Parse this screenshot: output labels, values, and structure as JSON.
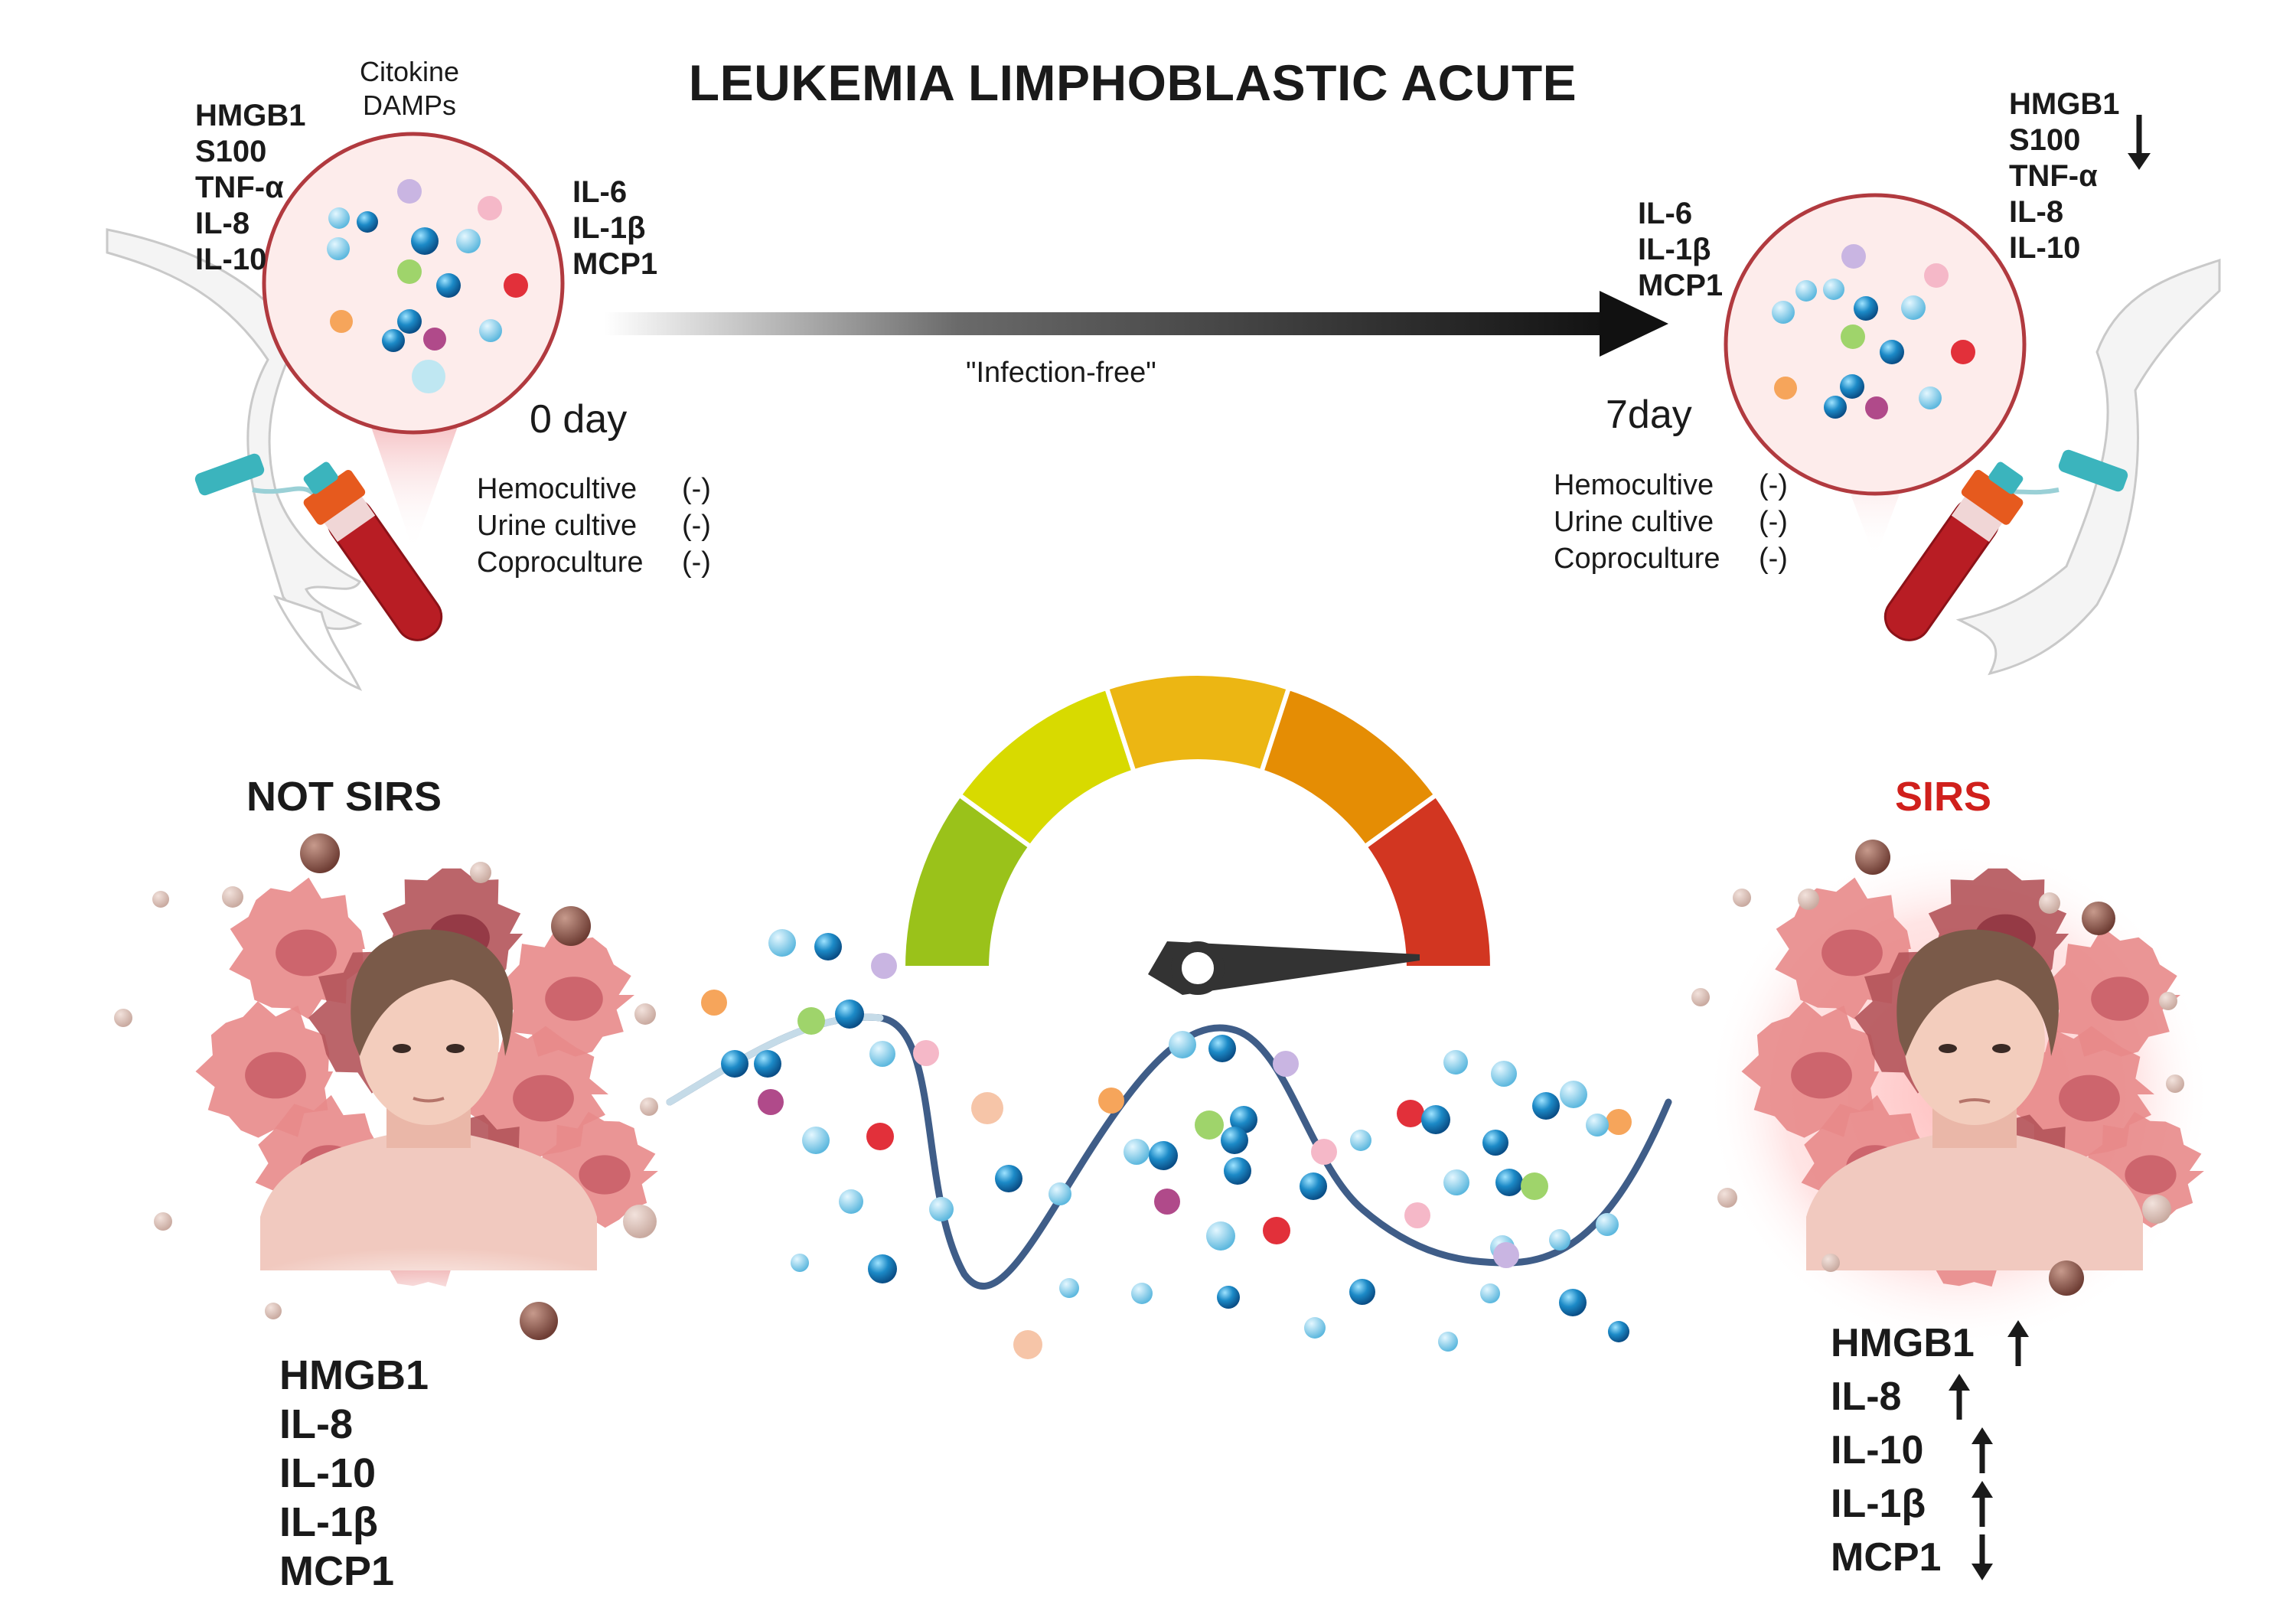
{
  "title": "LEUKEMIA LIMPHOBLASTIC ACUTE",
  "left_panel": {
    "caption_line1": "Citokine",
    "caption_line2": "DAMPs",
    "markers_left": [
      "HMGB1",
      "S100",
      "TNF-α",
      "IL-8",
      "IL-10"
    ],
    "markers_right": [
      "IL-6",
      "IL-1β",
      "MCP1"
    ],
    "day": "0 day",
    "cultures": [
      {
        "name": "Hemocultive",
        "result": "(-)"
      },
      {
        "name": "Urine cultive",
        "result": "(-)"
      },
      {
        "name": "Coproculture",
        "result": "(-)"
      }
    ]
  },
  "arrow_label": "\"Infection-free\"",
  "right_panel": {
    "markers_left": [
      "IL-6",
      "IL-1β",
      "MCP1"
    ],
    "markers_right": [
      "HMGB1",
      "S100",
      "TNF-α",
      "IL-8",
      "IL-10"
    ],
    "day": "7day",
    "cultures": [
      {
        "name": "Hemocultive",
        "result": "(-)"
      },
      {
        "name": "Urine cultive",
        "result": "(-)"
      },
      {
        "name": "Coproculture",
        "result": "(-)"
      }
    ]
  },
  "not_sirs": {
    "label": "NOT SIRS",
    "markers": [
      "HMGB1",
      "IL-8",
      "IL-10",
      "IL-1β",
      "MCP1"
    ]
  },
  "sirs": {
    "label": "SIRS",
    "label_color": "#d0201c",
    "markers": [
      {
        "name": "HMGB1",
        "trend": "up"
      },
      {
        "name": "IL-8",
        "trend": "up"
      },
      {
        "name": "IL-10",
        "trend": "up"
      },
      {
        "name": "IL-1β",
        "trend": "up"
      },
      {
        "name": "MCP1",
        "trend": "down"
      }
    ]
  },
  "gauge": {
    "segment_colors": [
      "#9ac21a",
      "#d8da00",
      "#ecb613",
      "#e58d04",
      "#d23621"
    ],
    "needle_color": "#333333"
  },
  "colors": {
    "tube_blood": "#b81d24",
    "cap_orange": "#e65a1e",
    "iv_teal": "#3bb4bd",
    "wave": "#3f5d88",
    "cell_pink": "#e88a8a",
    "cell_dark": "#b4545a"
  }
}
